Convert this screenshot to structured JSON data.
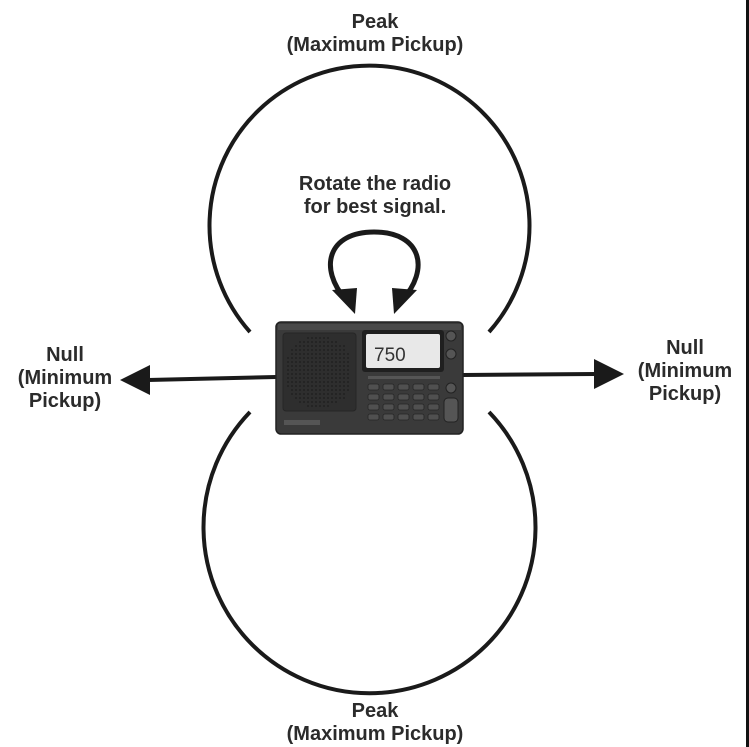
{
  "peak_top": {
    "line1": "Peak",
    "line2": "(Maximum Pickup)"
  },
  "peak_bottom": {
    "line1": "Peak",
    "line2": "(Maximum Pickup)"
  },
  "rotate": {
    "line1": "Rotate the radio",
    "line2": "for best signal."
  },
  "null_left": {
    "line1": "Null",
    "line2": "(Minimum",
    "line3": "Pickup)"
  },
  "null_right": {
    "line1": "Null",
    "line2": "(Minimum",
    "line3": "Pickup)"
  },
  "radio": {
    "display_value": "750"
  },
  "colors": {
    "text": "#2b2b2b",
    "lines": "#1a1a1a",
    "radio_body": "#3a3a3a",
    "display_bg": "#e8e8e8"
  }
}
